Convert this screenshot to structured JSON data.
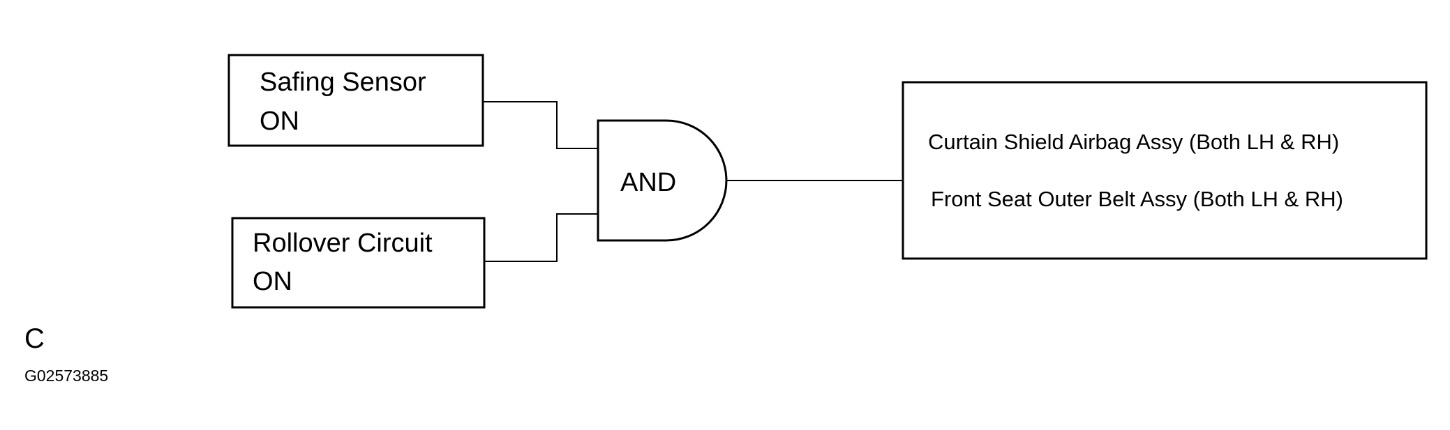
{
  "inputs": [
    {
      "line1": "Safing Sensor",
      "line2": "ON"
    },
    {
      "line1": "Rollover Circuit",
      "line2": "ON"
    }
  ],
  "gate": {
    "label": "AND"
  },
  "output": {
    "lines": [
      "Curtain Shield Airbag Assy (Both LH & RH)",
      "Front Seat Outer Belt Assy (Both LH & RH)"
    ]
  },
  "figure": {
    "letter": "C",
    "code": "G02573885"
  },
  "colors": {
    "stroke": "#000000",
    "background": "#ffffff"
  }
}
